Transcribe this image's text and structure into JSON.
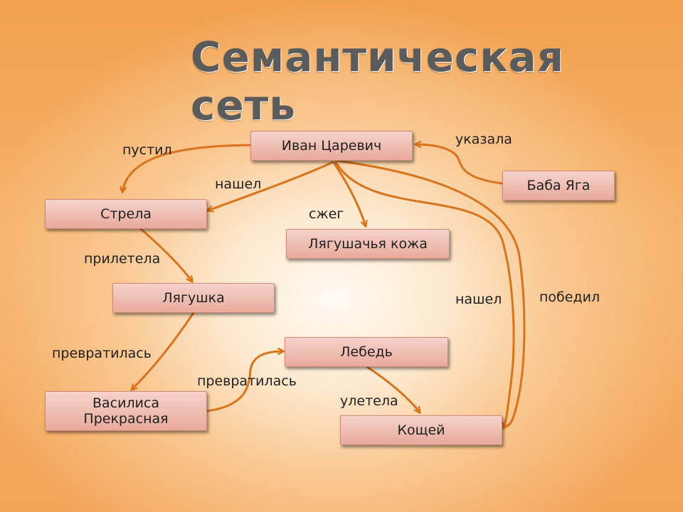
{
  "title": "Семантическая сеть",
  "nodes": {
    "ivan": "Иван Царевич",
    "baba_yaga": "Баба Яга",
    "strela": "Стрела",
    "kozha": "Лягушачья кожа",
    "lyagushka": "Лягушка",
    "lebed": "Лебедь",
    "vasilisa": "Василиса Прекрасная",
    "koshchei": "Кощей"
  },
  "relations": {
    "pustil": "пустил",
    "nashel_1": "нашел",
    "szheg": "сжег",
    "ukazala": "указала",
    "priletela": "прилетела",
    "nashel_2": "нашел",
    "pobedil": "победил",
    "prevratilas_1": "превратилась",
    "prevratilas_2": "превратилась",
    "uletela": "улетела"
  },
  "colors": {
    "edge": "#d9731c",
    "node_top": "#f6d3cb",
    "node_bottom": "#e8aa9c",
    "title": "#5b5b5b"
  }
}
